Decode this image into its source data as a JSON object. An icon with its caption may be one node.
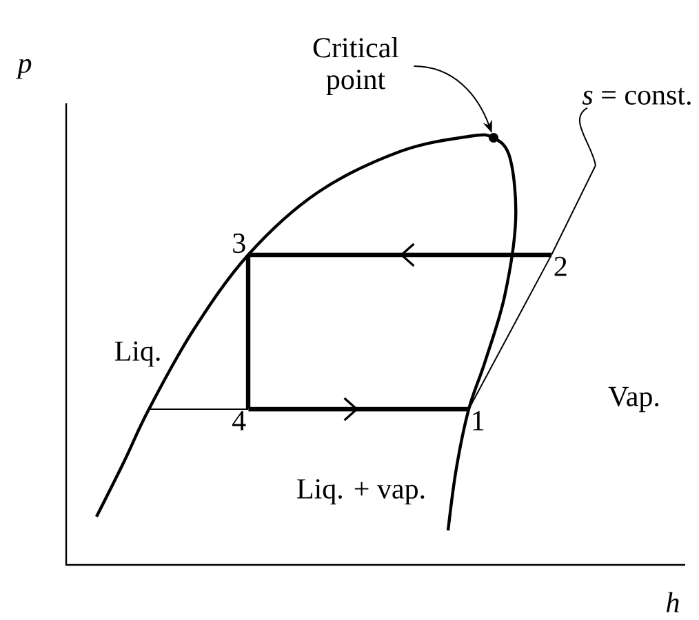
{
  "diagram": {
    "nodes": [
      {
        "text": [
          "1"
        ]
      },
      {
        "text": [
          "2"
        ]
      },
      {
        "text": [
          "3"
        ]
      },
      {
        "text": [
          "4"
        ]
      },
      {
        "text": [
          "Critical point"
        ]
      },
      {
        "text": [],
        "shape": "circle"
      },
      {
        "text": [
          "*s* = const."
        ]
      }
    ],
    "edges": [
      {
        "from": 0,
        "to": 1,
        "arrow": "none"
      },
      {
        "from": 1,
        "to": 2,
        "arrow": "to",
        "style": "thick"
      },
      {
        "from": 2,
        "to": 3,
        "arrow": "none",
        "style": "thick"
      },
      {
        "from": 3,
        "to": 0,
        "arrow": "to",
        "style": "thick"
      },
      {
        "from": 4,
        "to": 5,
        "arrow": "to"
      },
      {
        "from": 6,
        "to": null,
        "arrow": "none"
      }
    ],
    "labels": [
      "p",
      "h",
      "Liq.",
      "Vap.",
      "Liq. + vap."
    ]
  }
}
